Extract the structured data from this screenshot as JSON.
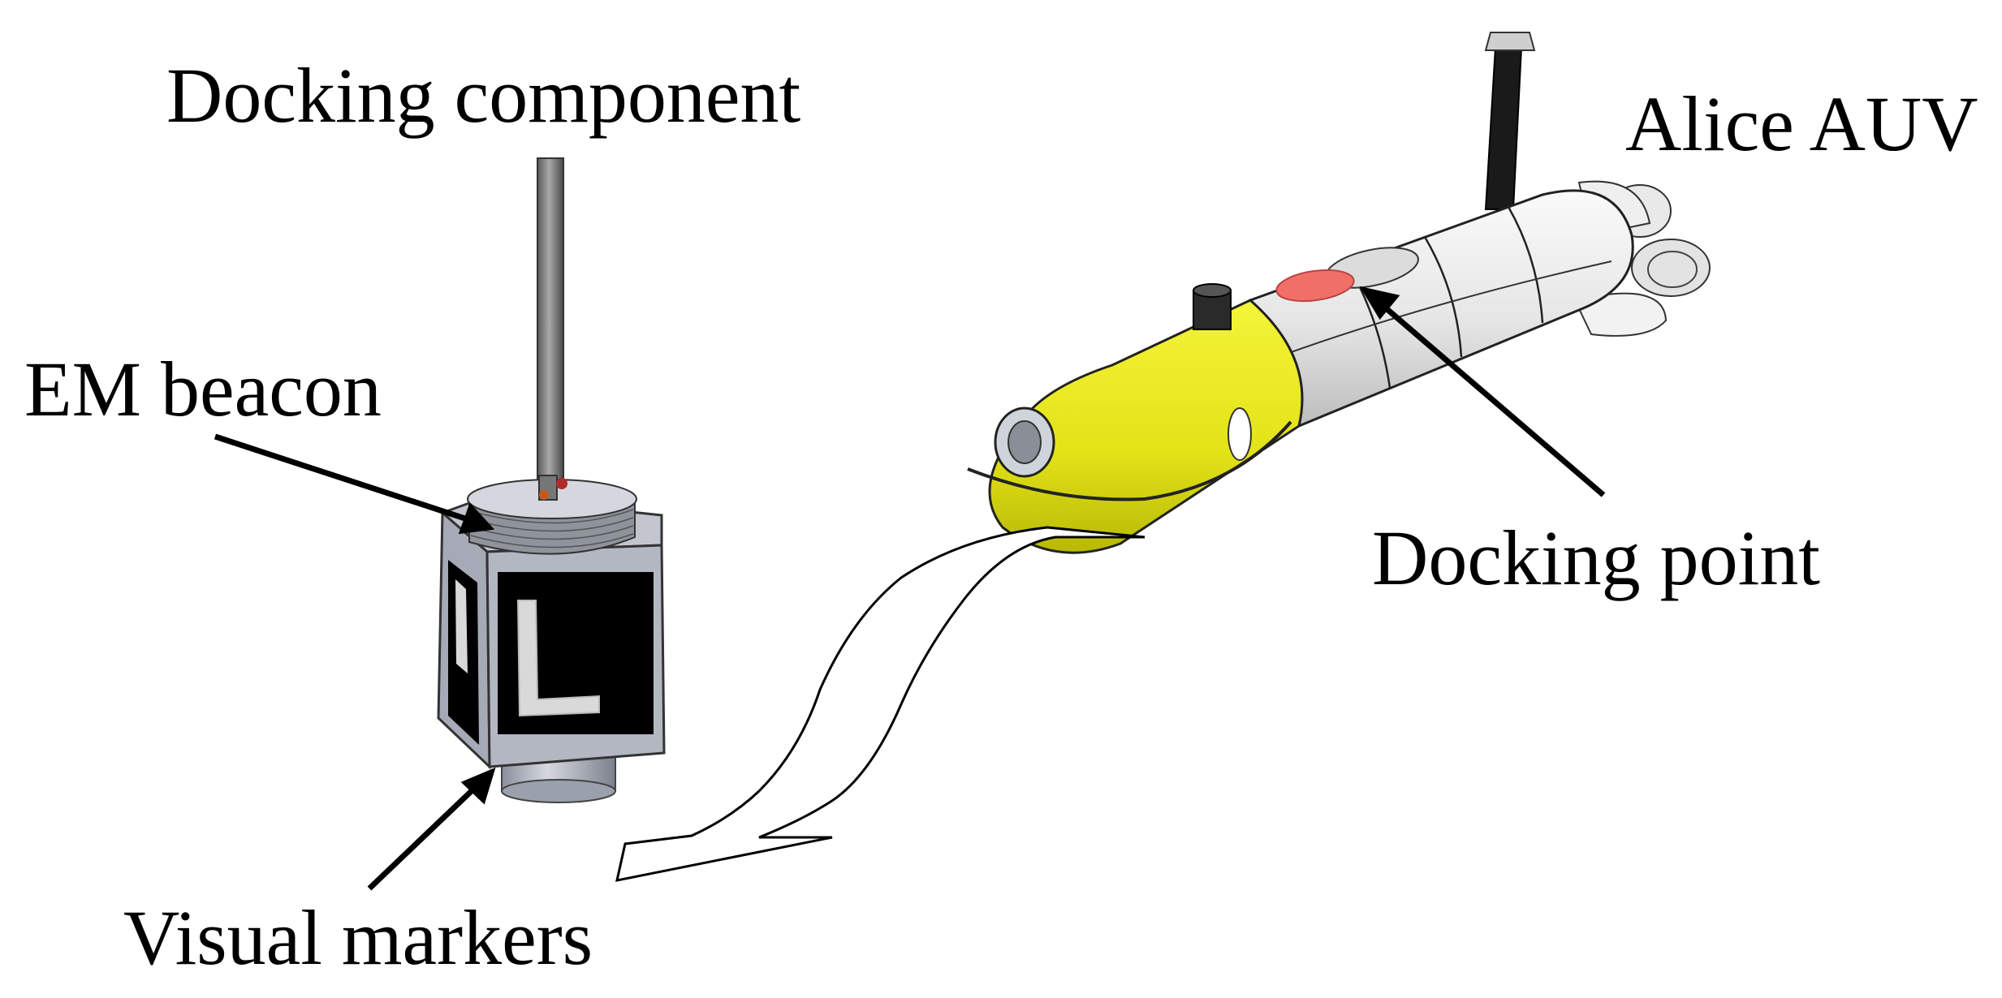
{
  "labels": {
    "docking_component": "Docking component",
    "em_beacon": "EM beacon",
    "visual_markers": "Visual markers",
    "alice_auv": "Alice AUV",
    "docking_point": "Docking point"
  },
  "marker_letter": "L",
  "colors": {
    "auv_nose": "#e6e619",
    "auv_body": "#ececec",
    "docking_point": "#f07068",
    "station_frame": "#a9adb8",
    "marker_bg": "#000000",
    "marker_letter": "#d9d9d9"
  }
}
